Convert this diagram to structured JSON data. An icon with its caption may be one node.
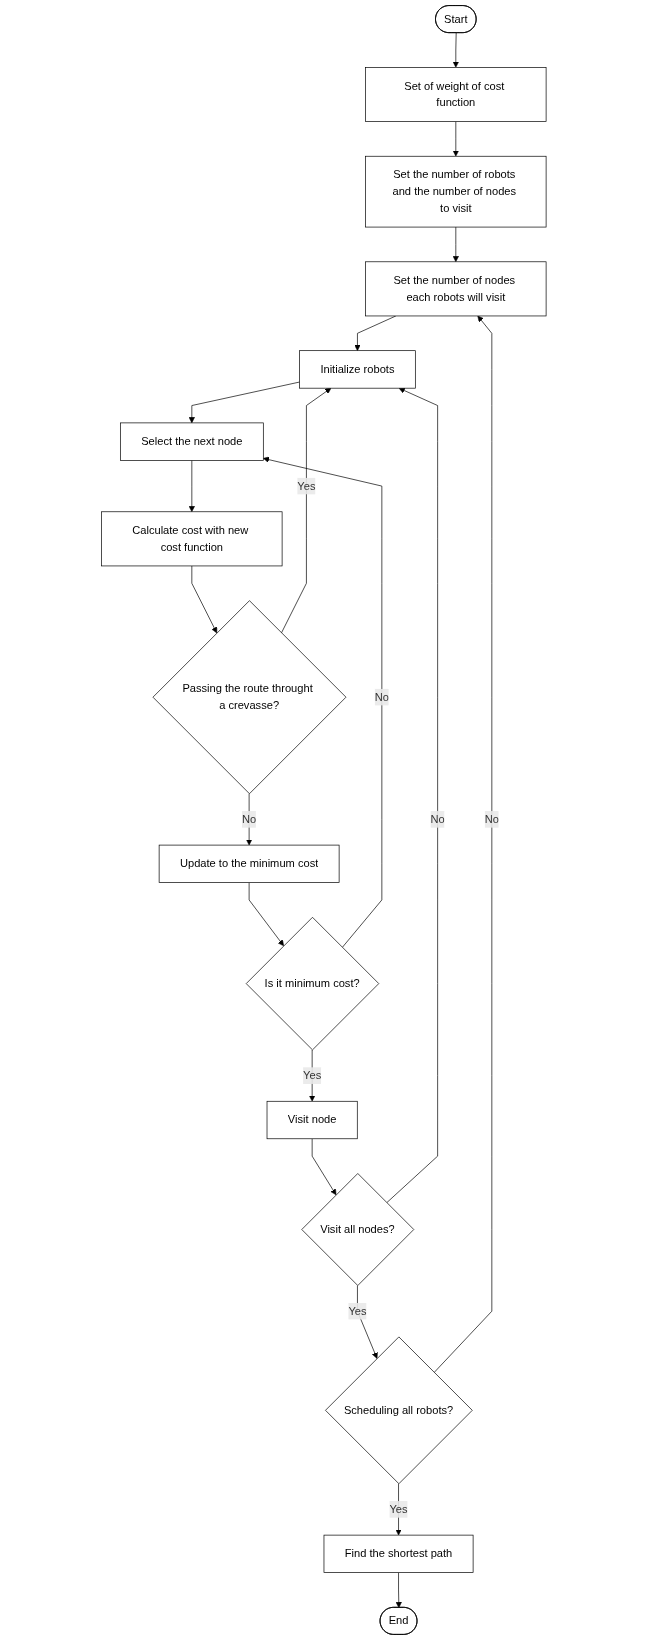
{
  "diagram": {
    "nodes": [
      {
        "text": [
          "Start"
        ]
      },
      {
        "text": [
          "Set of weight of cost function"
        ]
      },
      {
        "text": [
          "Set the number of robots and the number of nodes to visit"
        ]
      },
      {
        "text": [
          "Set the number of nodes each robots will visit"
        ]
      },
      {
        "text": [
          "Initialize robots"
        ]
      },
      {
        "text": [
          "Select the next node"
        ]
      },
      {
        "text": [
          "Calculate cost with new cost function"
        ]
      },
      {
        "text": [
          "Passing the route throught a crevasse?"
        ]
      },
      {
        "text": [
          "Update to the minimum cost"
        ]
      },
      {
        "text": [
          "Is it minimum cost?"
        ]
      },
      {
        "text": [
          "Visit node"
        ]
      },
      {
        "text": [
          "Visit all nodes?"
        ]
      },
      {
        "text": [
          "Scheduling all robots?"
        ]
      },
      {
        "text": [
          "Find the shortest path"
        ]
      },
      {
        "text": [
          "End"
        ]
      }
    ],
    "edges": [
      {
        "from": 0,
        "to": 1,
        "arrow": "to"
      },
      {
        "from": 1,
        "to": 2,
        "arrow": "to"
      },
      {
        "from": 2,
        "to": 3,
        "arrow": "to"
      },
      {
        "from": 3,
        "to": 4,
        "arrow": "to"
      },
      {
        "from": 4,
        "to": 5,
        "arrow": "to"
      },
      {
        "from": 5,
        "to": 6,
        "arrow": "to"
      },
      {
        "from": 6,
        "to": 7,
        "arrow": "to"
      },
      {
        "from": 7,
        "to": 4,
        "arrow": "to",
        "label": "Yes"
      },
      {
        "from": 7,
        "to": 8,
        "arrow": "to",
        "label": "No"
      },
      {
        "from": 8,
        "to": 9,
        "arrow": "to"
      },
      {
        "from": 9,
        "to": 5,
        "arrow": "to",
        "label": "No"
      },
      {
        "from": 9,
        "to": 10,
        "arrow": "to",
        "label": "Yes"
      },
      {
        "from": 10,
        "to": 11,
        "arrow": "to"
      },
      {
        "from": 11,
        "to": 4,
        "arrow": "to",
        "label": "No"
      },
      {
        "from": 11,
        "to": 12,
        "arrow": "to",
        "label": "Yes"
      },
      {
        "from": 12,
        "to": 3,
        "arrow": "to",
        "label": "No"
      },
      {
        "from": 12,
        "to": 13,
        "arrow": "to",
        "label": "Yes"
      },
      {
        "from": 13,
        "to": 14,
        "arrow": "to"
      }
    ]
  }
}
